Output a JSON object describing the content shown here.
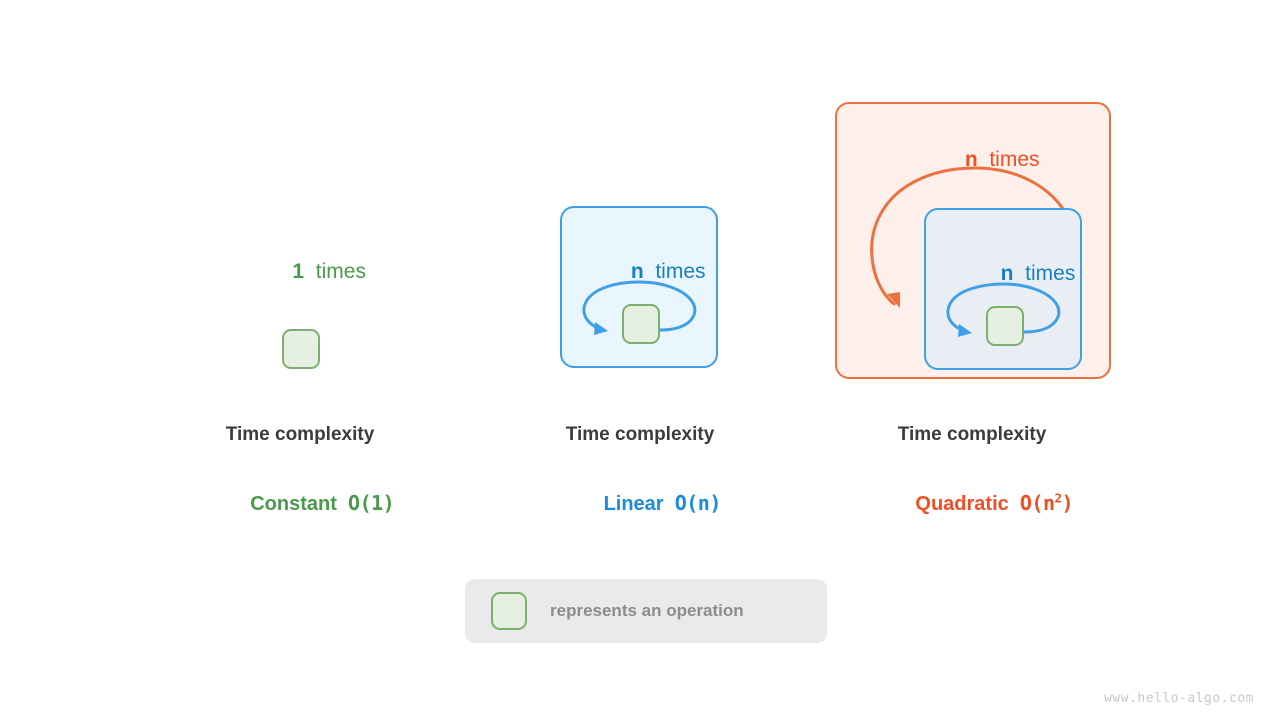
{
  "columns": [
    {
      "key": "constant",
      "count_num": "1",
      "count_word": "times",
      "caption_title": "Time complexity",
      "name_label": "Constant",
      "bigo_prefix": "O(1)",
      "color": "#4a9a4d"
    },
    {
      "key": "linear",
      "count_num": "n",
      "count_word": "times",
      "caption_title": "Time complexity",
      "name_label": "Linear",
      "bigo_prefix": "O(n)",
      "color": "#1a8ce0"
    },
    {
      "key": "quadratic",
      "outer_count_num": "n",
      "outer_count_word": "times",
      "inner_count_num": "n",
      "inner_count_word": "times",
      "caption_title": "Time complexity",
      "name_label": "Quadratic",
      "bigo_open": "O(n",
      "bigo_exp": "2",
      "bigo_close": ")",
      "color": "#f04e23"
    }
  ],
  "legend": {
    "swatch_name": "operation-swatch",
    "text": "represents an operation"
  },
  "watermark": "www.hello-algo.com",
  "palette": {
    "green_fill": "#e6f0e2",
    "green_border": "#7cb06e",
    "green_text": "#4a9a4d",
    "blue_fill": "#eaf6fd",
    "blue_border": "#3fa0e8",
    "blue_text": "#1a7fc1",
    "orange_fill": "#fdf0ea",
    "orange_border": "#ed7040",
    "orange_text": "#f04e23",
    "heading_text": "#3b3b3b",
    "legend_bg": "#eaeaea",
    "legend_text": "#8c8c8c",
    "watermark_text": "#c9c9c9"
  }
}
